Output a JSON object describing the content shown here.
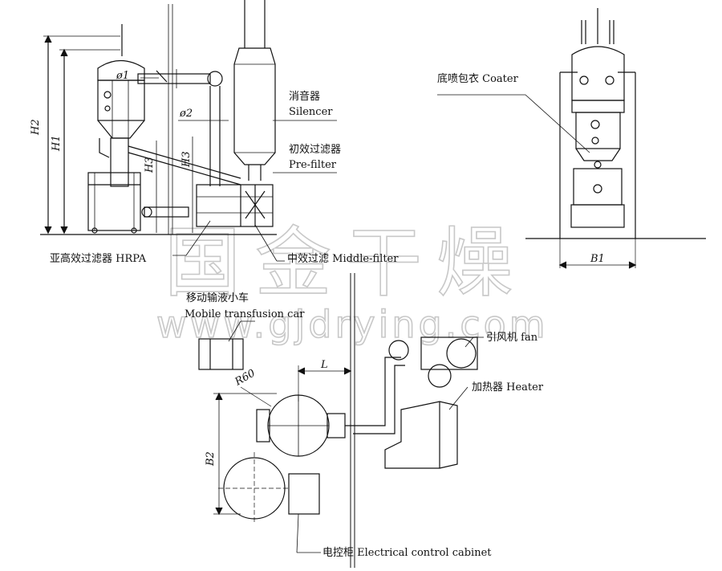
{
  "labels": {
    "silencer_cn": "消音器",
    "silencer_en": "Silencer",
    "prefilter_cn": "初效过滤器",
    "prefilter_en": "Pre-filter",
    "hepa": "亚高效过滤器 HRPA",
    "middle": "中效过滤 Middle-filter",
    "coater": "底喷包衣 Coater",
    "mobile_cn": "移动输液小车",
    "mobile_en": "Mobile transfusion car",
    "fan": "引风机 fan",
    "heater": "加热器 Heater",
    "cabinet": "电控柜 Electrical control cabinet"
  },
  "dims": {
    "phi1": "ø1",
    "phi2": "ø2",
    "h1": "H1",
    "h2": "H2",
    "h3a": "H3",
    "h3b": "H3",
    "b1": "B1",
    "b2": "B2",
    "l": "L",
    "r60": "R60"
  },
  "watermark": {
    "cn": "国金干燥",
    "url": "www.gjdrying.com"
  }
}
